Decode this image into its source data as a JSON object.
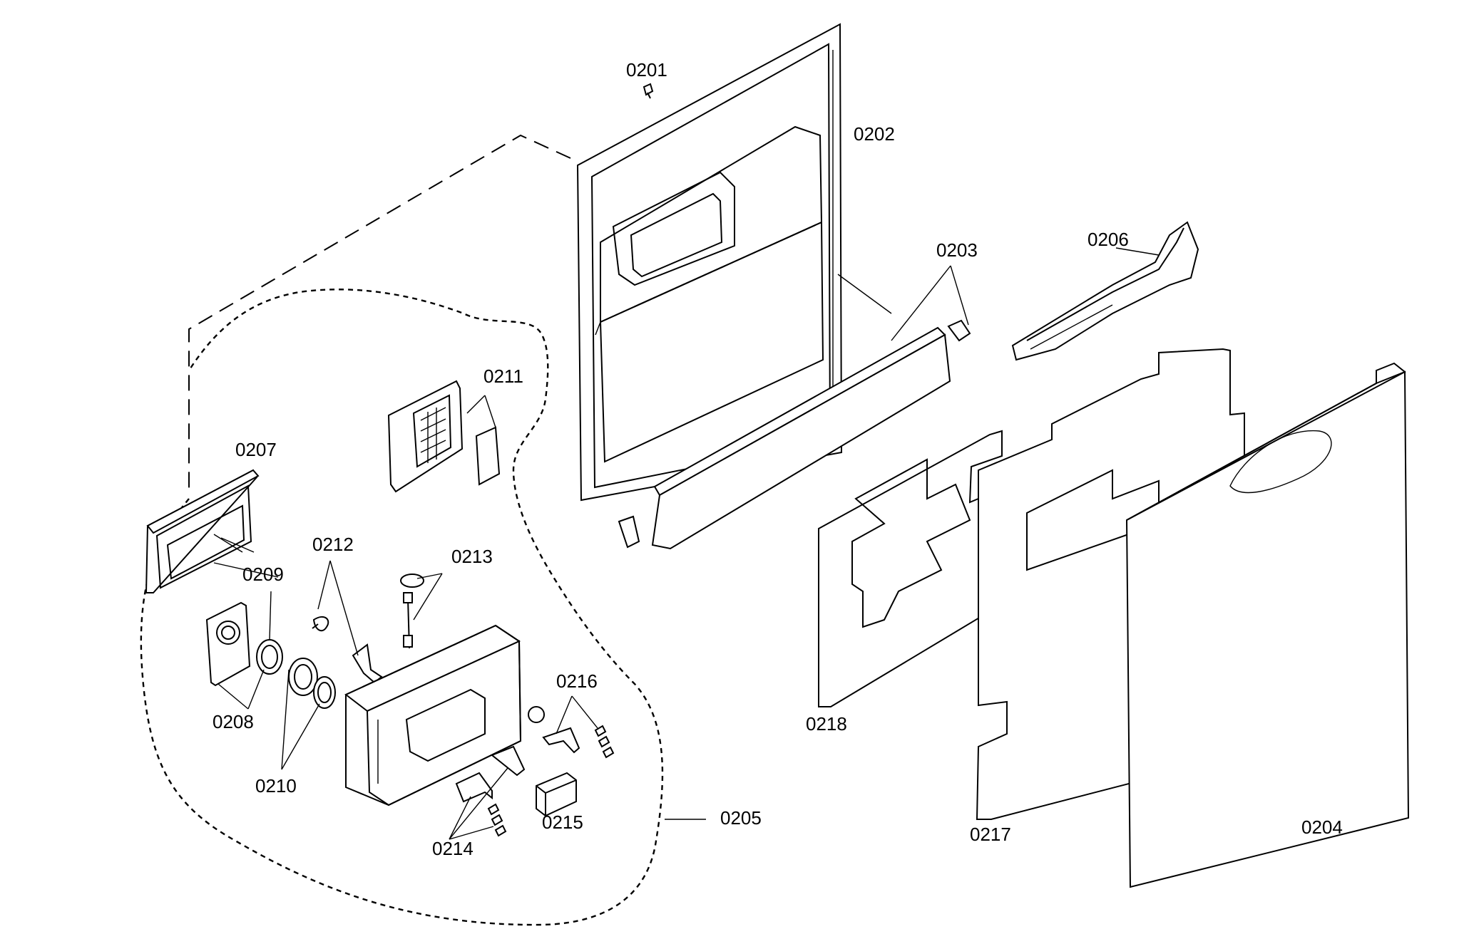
{
  "labels": {
    "l0201": "0201",
    "l0202": "0202",
    "l0203": "0203",
    "l0204": "0204",
    "l0205": "0205",
    "l0206": "0206",
    "l0207": "0207",
    "l0208": "0208",
    "l0209": "0209",
    "l0210": "0210",
    "l0211": "0211",
    "l0212": "0212",
    "l0213": "0213",
    "l0214": "0214",
    "l0215": "0215",
    "l0216": "0216",
    "l0217": "0217",
    "l0218": "0218"
  },
  "colors": {
    "line": "#000000",
    "background": "#ffffff"
  }
}
